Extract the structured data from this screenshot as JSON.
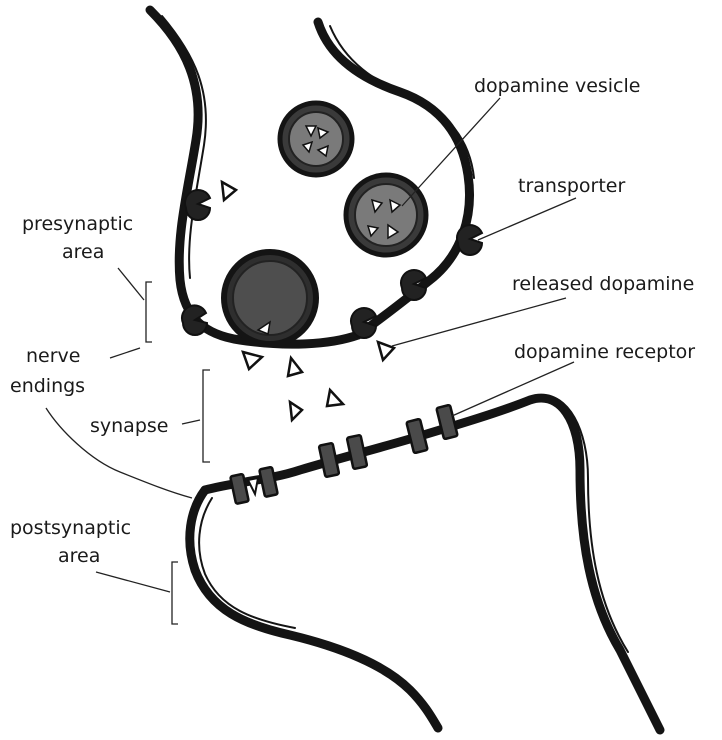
{
  "labels": {
    "dopamine_vesicle": "dopamine vesicle",
    "transporter": "transporter",
    "presynaptic_line1": "presynaptic",
    "presynaptic_line2": "area",
    "released_dopamine": "released dopamine",
    "nerve_line1": "nerve",
    "nerve_line2": "endings",
    "dopamine_receptor": "dopamine receptor",
    "synapse": "synapse",
    "postsynaptic_line1": "postsynaptic",
    "postsynaptic_line2": "area"
  },
  "colors": {
    "ink": "#141414",
    "vesicle_fill": "#6b6b6b",
    "vesicle_dark": "#3a3a3a",
    "receptor_fill": "#4a4a4a",
    "background": "#ffffff"
  },
  "icons": {
    "transporter": "pacman-shape",
    "dopamine": "triangle",
    "receptor": "rectangle-channel"
  }
}
